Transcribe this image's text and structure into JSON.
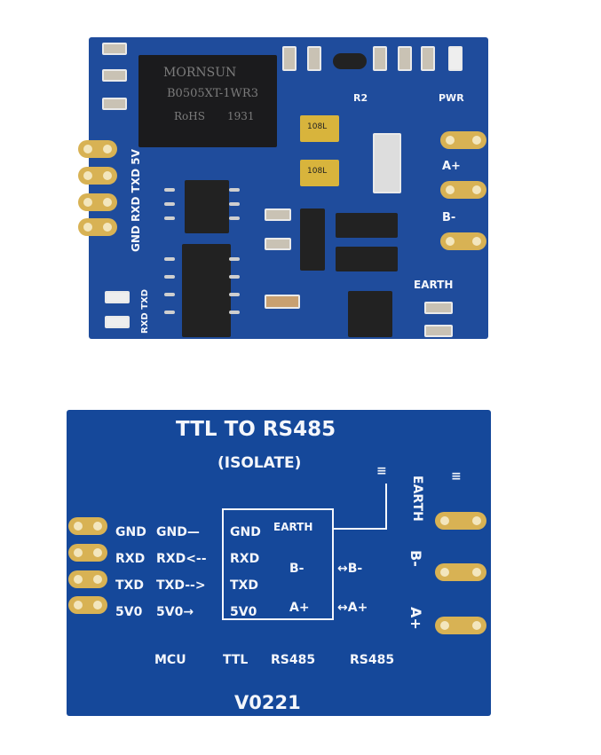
{
  "top_board": {
    "transformer": {
      "brand": "MORNSUN",
      "model": "B0505XT-1WR3",
      "rohs": "RoHS",
      "date": "1931"
    },
    "inductor_marking": "108L",
    "labels": {
      "pins_left": "GND RXD TXD 5V",
      "r2": "R2",
      "pwr": "PWR",
      "a_plus": "A+",
      "b_minus": "B-",
      "earth": "EARTH",
      "leds": "RXD TXD"
    }
  },
  "bottom_board": {
    "title": "TTL TO RS485",
    "subtitle": "(ISOLATE)",
    "left_pins": [
      "GND",
      "RXD",
      "TXD",
      "5V0"
    ],
    "mcu_side": [
      "GND—",
      "RXD<--",
      "TXD-->",
      "5V0→"
    ],
    "box_left": [
      "GND",
      "RXD",
      "TXD",
      "5V0"
    ],
    "box_right": [
      "EARTH",
      "B-",
      "A+"
    ],
    "bus_arrows": [
      "↔B-",
      "↔A+"
    ],
    "right_labels": [
      "EARTH",
      "B-",
      "A+"
    ],
    "footer": [
      "MCU",
      "TTL",
      "RS485",
      "RS485"
    ],
    "version": "V0221"
  }
}
